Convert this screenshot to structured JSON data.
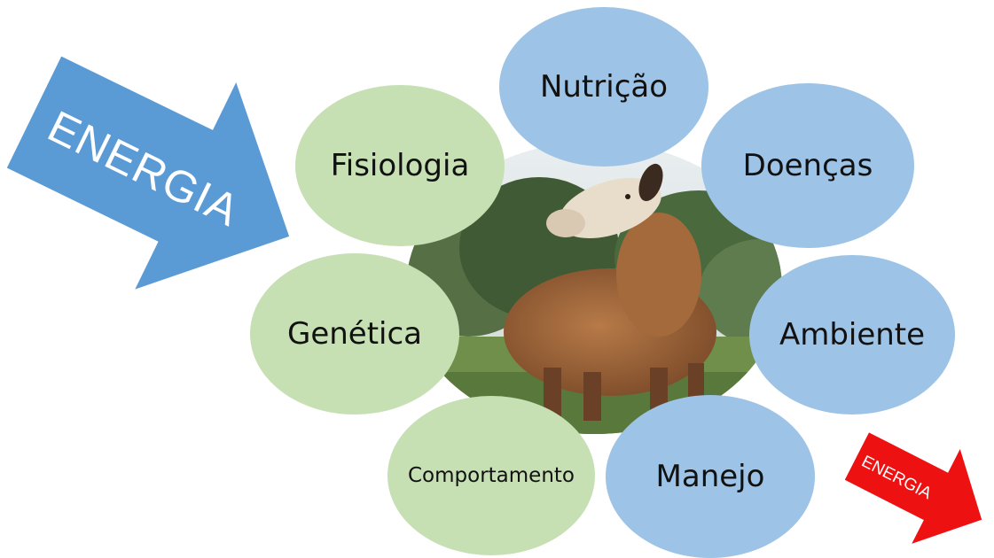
{
  "arrows": {
    "input_label": "ENERGIA",
    "output_label": "ENERGIA",
    "input_color": "#5b9bd5",
    "output_color": "#ee1111"
  },
  "colors": {
    "factor_green": "#c6e0b4",
    "factor_blue": "#9dc3e6"
  },
  "center": {
    "image": "sheep-photo"
  },
  "factors": [
    {
      "label": "Nutrição",
      "color": "blue"
    },
    {
      "label": "Doenças",
      "color": "blue"
    },
    {
      "label": "Ambiente",
      "color": "blue"
    },
    {
      "label": "Manejo",
      "color": "blue"
    },
    {
      "label": "Comportamento",
      "color": "green"
    },
    {
      "label": "Genética",
      "color": "green"
    },
    {
      "label": "Fisiologia",
      "color": "green"
    }
  ]
}
